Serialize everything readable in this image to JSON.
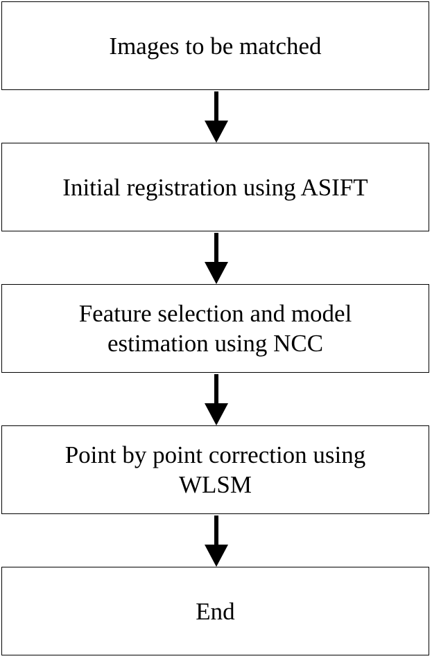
{
  "diagram": {
    "steps": [
      {
        "label": "Images to be matched"
      },
      {
        "label": "Initial registration using ASIFT"
      },
      {
        "label": "Feature selection and model estimation using NCC"
      },
      {
        "label": "Point by point correction using WLSM"
      },
      {
        "label": "End"
      }
    ],
    "connector_color": "#000000"
  }
}
